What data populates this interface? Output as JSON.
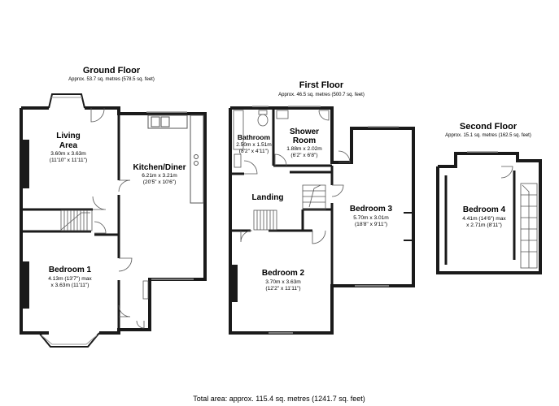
{
  "floors": {
    "ground": {
      "title": "Ground Floor",
      "area": "Approx. 53.7 sq. metres (578.5 sq. feet)"
    },
    "first": {
      "title": "First Floor",
      "area": "Approx. 46.5 sq. metres (500.7 sq. feet)"
    },
    "second": {
      "title": "Second Floor",
      "area": "Approx. 15.1 sq. metres (162.5 sq. feet)"
    }
  },
  "rooms": {
    "living": {
      "name1": "Living",
      "name2": "Area",
      "dim1": "3.60m x 3.63m",
      "dim2": "(11'10\" x 11'11\")"
    },
    "kitchen": {
      "name": "Kitchen/Diner",
      "dim1": "6.21m x 3.21m",
      "dim2": "(20'5\" x 10'6\")"
    },
    "bed1": {
      "name": "Bedroom 1",
      "dim1": "4.13m (13'7\") max",
      "dim2": "x 3.63m (11'11\")"
    },
    "bathroom": {
      "name": "Bathroom",
      "dim1": "2.50m x 1.51m",
      "dim2": "(8'2\" x 4'11\")"
    },
    "shower": {
      "name1": "Shower",
      "name2": "Room",
      "dim1": "1.88m x 2.02m",
      "dim2": "(6'2\" x 6'8\")"
    },
    "landing": {
      "name": "Landing"
    },
    "bed2": {
      "name": "Bedroom 2",
      "dim1": "3.70m x 3.63m",
      "dim2": "(12'2\" x 11'11\")"
    },
    "bed3": {
      "name": "Bedroom 3",
      "dim1": "5.70m x 3.01m",
      "dim2": "(18'8\" x 9'11\")"
    },
    "bed4": {
      "name": "Bedroom 4",
      "dim1": "4.41m (14'6\") max",
      "dim2": "x 2.71m (8'11\")"
    }
  },
  "total_area": "Total area: approx. 115.4 sq. metres (1241.7 sq. feet)",
  "colors": {
    "wall": "#1a1a1a",
    "window": "#9a9a9a",
    "line": "#555555"
  }
}
